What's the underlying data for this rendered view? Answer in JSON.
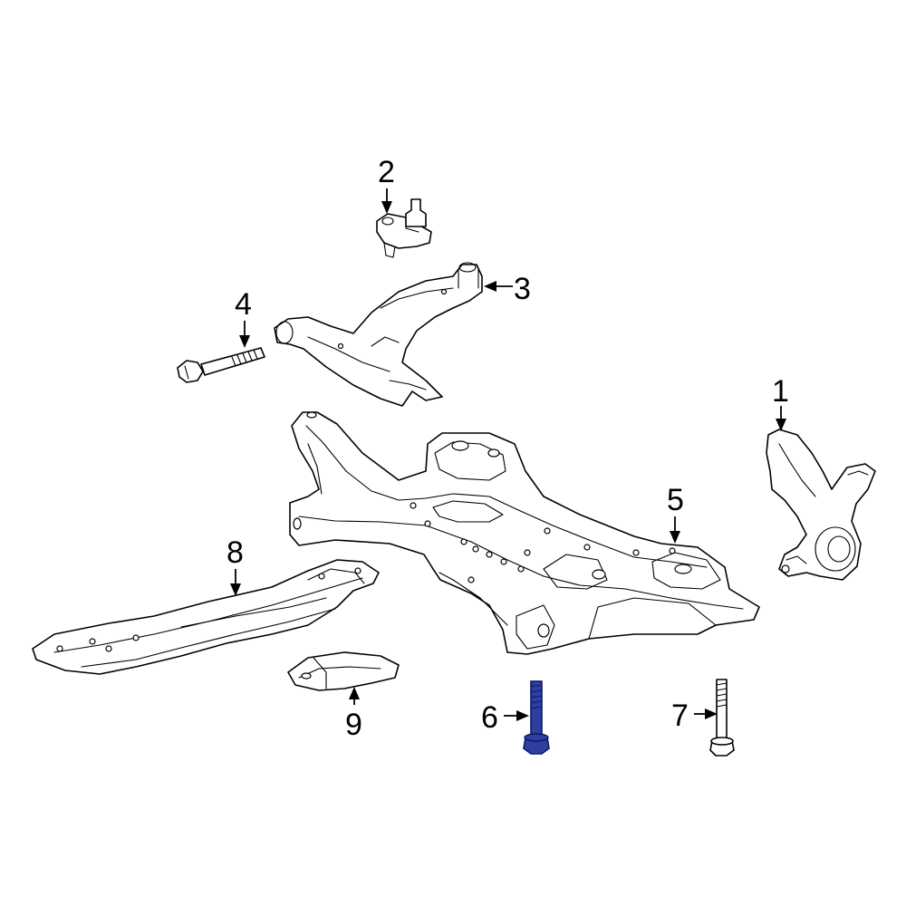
{
  "callouts": {
    "c1": "1",
    "c2": "2",
    "c3": "3",
    "c4": "4",
    "c5": "5",
    "c6": "6",
    "c7": "7",
    "c8": "8",
    "c9": "9"
  },
  "colors": {
    "line": "#000000",
    "background": "#ffffff",
    "highlight": "#2e3fa0",
    "highlight_outline": "#0b1a66"
  }
}
